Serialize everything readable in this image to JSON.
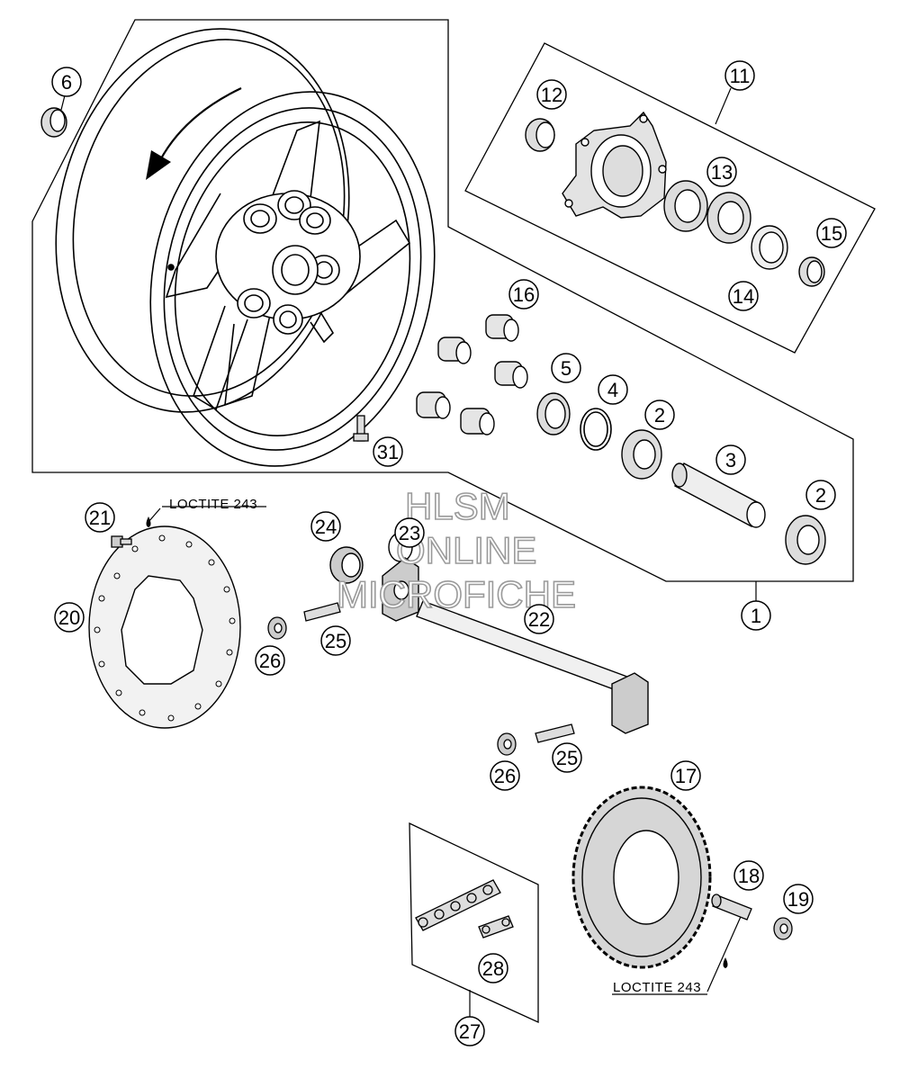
{
  "callouts": [
    "1",
    "2",
    "2",
    "3",
    "4",
    "5",
    "6",
    "11",
    "12",
    "13",
    "14",
    "15",
    "16",
    "17",
    "18",
    "19",
    "20",
    "21",
    "22",
    "23",
    "24",
    "25",
    "25",
    "26",
    "26",
    "27",
    "28",
    "31"
  ],
  "loctite": [
    "LOCTITE 243",
    "LOCTITE 243"
  ],
  "watermark": {
    "line1": "HLSM",
    "line2": "ONLINE",
    "line3": "MICROFICHE"
  },
  "colors": {
    "line": "#000000",
    "part_fill": "#d9d9d9",
    "watermark_stroke": "#9a9a9a"
  }
}
